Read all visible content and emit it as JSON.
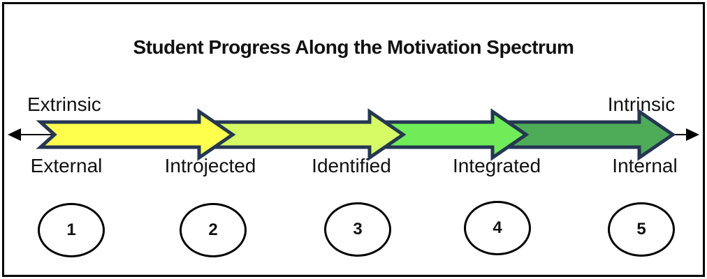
{
  "title": "Student Progress Along the Motivation Spectrum",
  "spectrum": {
    "left_pole": "Extrinsic",
    "right_pole": "Intrinsic",
    "stages": [
      {
        "label": "External",
        "number": "1"
      },
      {
        "label": "Introjected",
        "number": "2"
      },
      {
        "label": "Identified",
        "number": "3"
      },
      {
        "label": "Integrated",
        "number": "4"
      },
      {
        "label": "Internal",
        "number": "5"
      }
    ]
  },
  "arrows": {
    "border_color": "#253753",
    "axis_line_color": "#000000",
    "segments": [
      {
        "name": "spectrum-segment-1",
        "color": "#FEFF4D"
      },
      {
        "name": "spectrum-segment-2",
        "color": "#D5FA64"
      },
      {
        "name": "spectrum-segment-3",
        "color": "#70EC58"
      },
      {
        "name": "spectrum-segment-4",
        "color": "#4EAC58"
      }
    ]
  }
}
